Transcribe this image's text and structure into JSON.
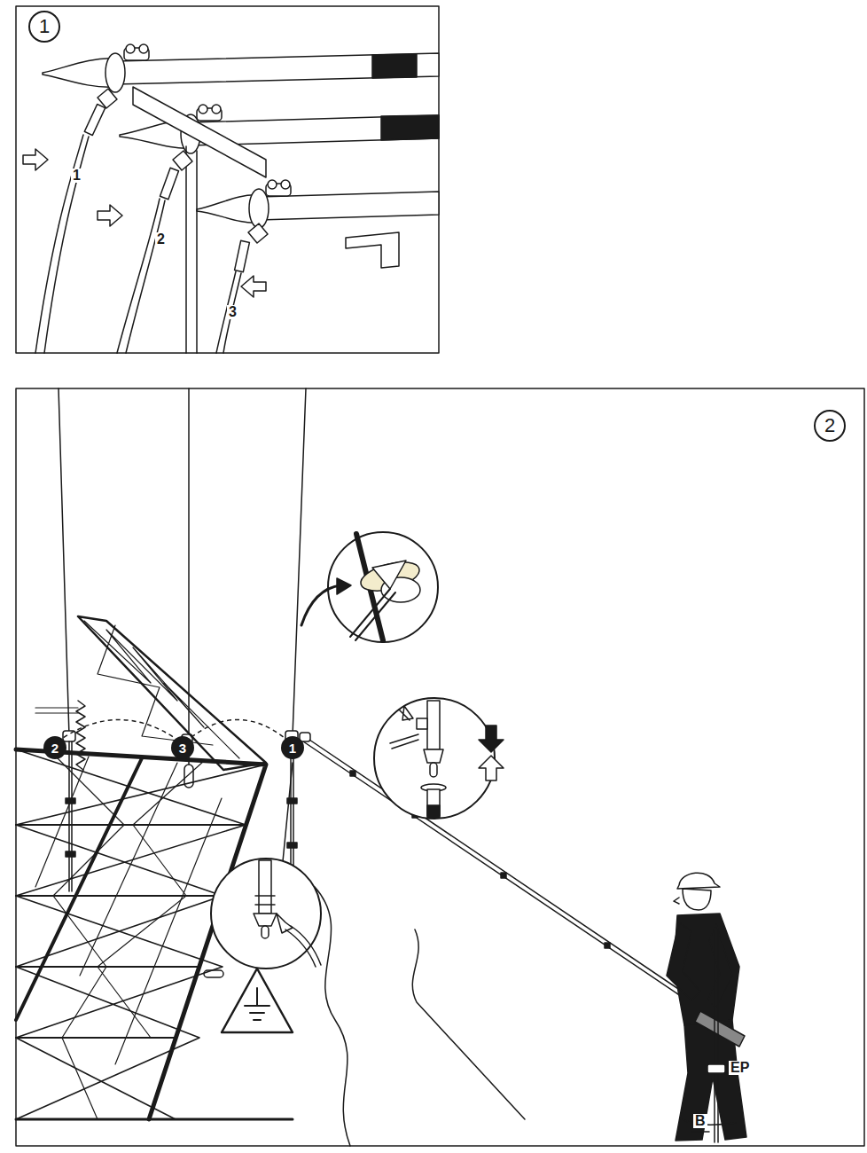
{
  "diagram": {
    "nodes": [
      {
        "text": [
          "1"
        ]
      },
      {
        "text": [
          "2"
        ]
      },
      {
        "text": [
          "2"
        ]
      },
      {
        "text": [
          "3"
        ]
      },
      {
        "text": [
          "1"
        ]
      }
    ],
    "edges": [
      {
        "from": 2,
        "to": 3,
        "arrow": "none"
      },
      {
        "from": 3,
        "to": 4,
        "arrow": "none"
      }
    ],
    "labels": [
      "1",
      "2",
      "3",
      "EP",
      "B"
    ]
  }
}
